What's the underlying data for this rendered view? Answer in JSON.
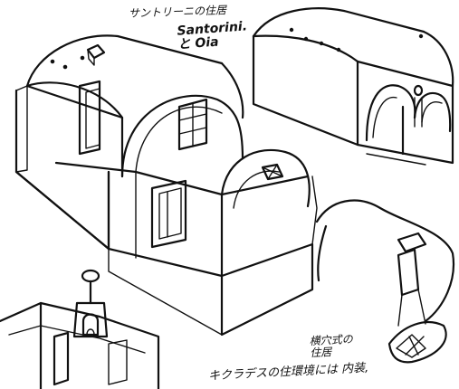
{
  "annotations": {
    "title_japanese": "サントリーニの住居",
    "title_latin": "Santorini.\nと Oia",
    "cave_dwelling": "横穴式の\n住居",
    "bottom_caption": "キクラデスの住環境には 内装,"
  }
}
